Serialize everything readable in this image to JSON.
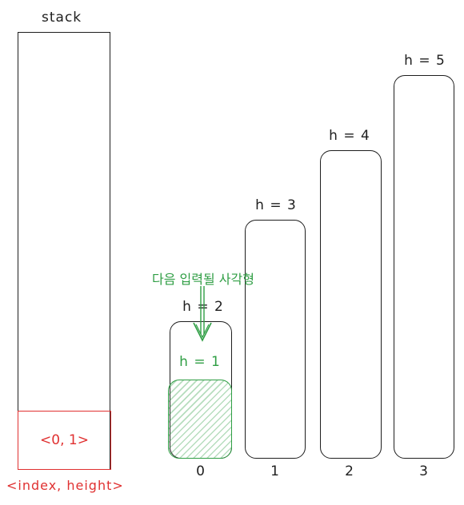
{
  "stack": {
    "title": "stack",
    "entry": "<0, 1>",
    "legend": "<index, height>"
  },
  "bars": [
    {
      "index_label": "0",
      "height": 2,
      "label": "h = 2"
    },
    {
      "index_label": "1",
      "height": 3,
      "label": "h = 3"
    },
    {
      "index_label": "2",
      "height": 4,
      "label": "h = 4"
    },
    {
      "index_label": "3",
      "height": 5,
      "label": "h = 5"
    }
  ],
  "next_rect": {
    "caption": "다음 입력될 사각형",
    "height": 1,
    "label": "h = 1"
  },
  "colors": {
    "stroke": "#1e1e1e",
    "red": "#e03131",
    "green": "#2f9e44"
  }
}
